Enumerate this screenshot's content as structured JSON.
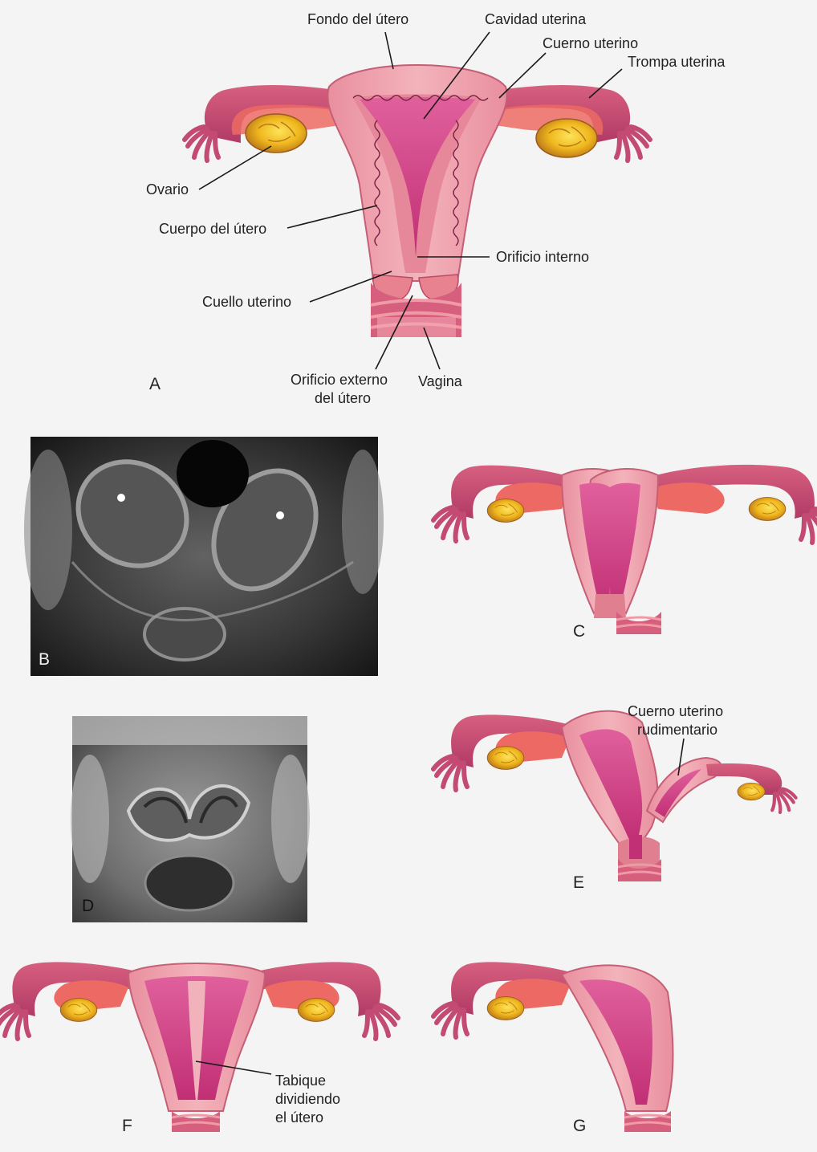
{
  "figure": {
    "panel_a": {
      "letter": "A",
      "labels": {
        "fundus": "Fondo del útero",
        "cavity": "Cavidad uterina",
        "horn": "Cuerno uterino",
        "tube": "Trompa uterina",
        "ovary": "Ovario",
        "body": "Cuerpo del útero",
        "internal_os": "Orificio interno",
        "cervix": "Cuello uterino",
        "external_os_line1": "Orificio externo",
        "external_os_line2": "del útero",
        "vagina": "Vagina"
      }
    },
    "panel_b": {
      "letter": "B"
    },
    "panel_c": {
      "letter": "C"
    },
    "panel_d": {
      "letter": "D"
    },
    "panel_e": {
      "letter": "E",
      "labels": {
        "rudimentary_horn_line1": "Cuerno uterino",
        "rudimentary_horn_line2": "rudimentario"
      }
    },
    "panel_f": {
      "letter": "F",
      "labels": {
        "septum_line1": "Tabique",
        "septum_line2": "dividiendo",
        "septum_line3": "el útero"
      }
    },
    "panel_g": {
      "letter": "G"
    }
  },
  "colors": {
    "background": "#f4f4f4",
    "uterus_outer": "#eea2ab",
    "uterus_wall": "#e07f90",
    "cavity": "#cf3f83",
    "tube": "#c34a72",
    "ovary": "#f0b81e",
    "vagina": "#d65f7e"
  }
}
